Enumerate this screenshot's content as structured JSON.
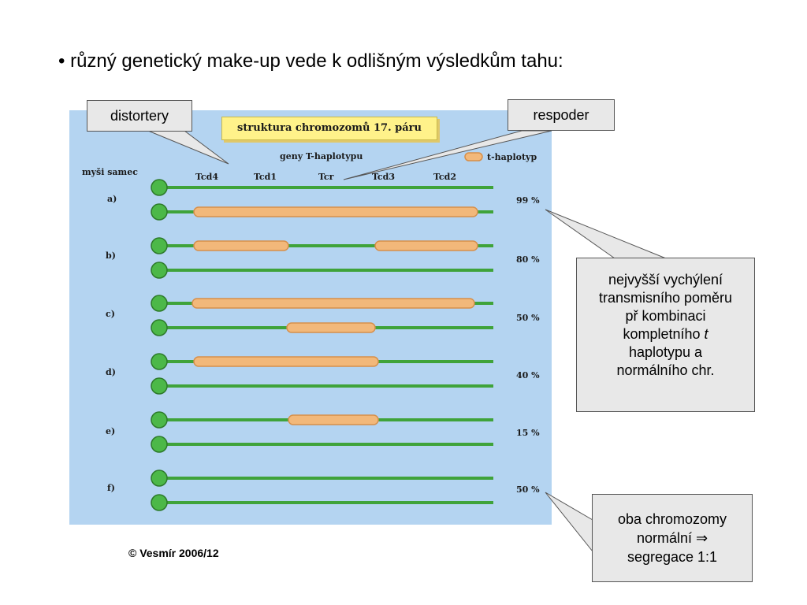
{
  "heading": "• různý genetický make-up vede k odlišným výsledkům tahu:",
  "figure": {
    "title": "struktura chromozomů 17. páru",
    "genes_label": "geny T-haplotypu",
    "legend_label": "t-haplotyp",
    "mice_label": "myši samec",
    "genes": [
      "Tcd4",
      "Tcd1",
      "Tcr",
      "Tcd3",
      "Tcd2"
    ],
    "rows": [
      {
        "label": "a)",
        "percent": "99 %"
      },
      {
        "label": "b)",
        "percent": "80 %"
      },
      {
        "label": "c)",
        "percent": "50 %"
      },
      {
        "label": "d)",
        "percent": "40 %"
      },
      {
        "label": "e)",
        "percent": "15 %"
      },
      {
        "label": "f)",
        "percent": "50 %"
      }
    ],
    "colors": {
      "background": "#b4d4f1",
      "chromosome": "#3fa33a",
      "centromere": "#4cb848",
      "haplotype": "#f2b87a",
      "haplotype_border": "#d68f4a"
    }
  },
  "callouts": {
    "distortery": "distortery",
    "respoder": "respoder",
    "max_deviation": [
      "nejvyšší vychýlení",
      "transmisního poměru",
      "př kombinaci",
      "kompletního",
      "t",
      "haplotypu a",
      "normálního chr."
    ],
    "normal": [
      "oba chromozomy",
      "normální ⇒",
      "segregace 1:1"
    ]
  },
  "copyright": "© Vesmír 2006/12"
}
